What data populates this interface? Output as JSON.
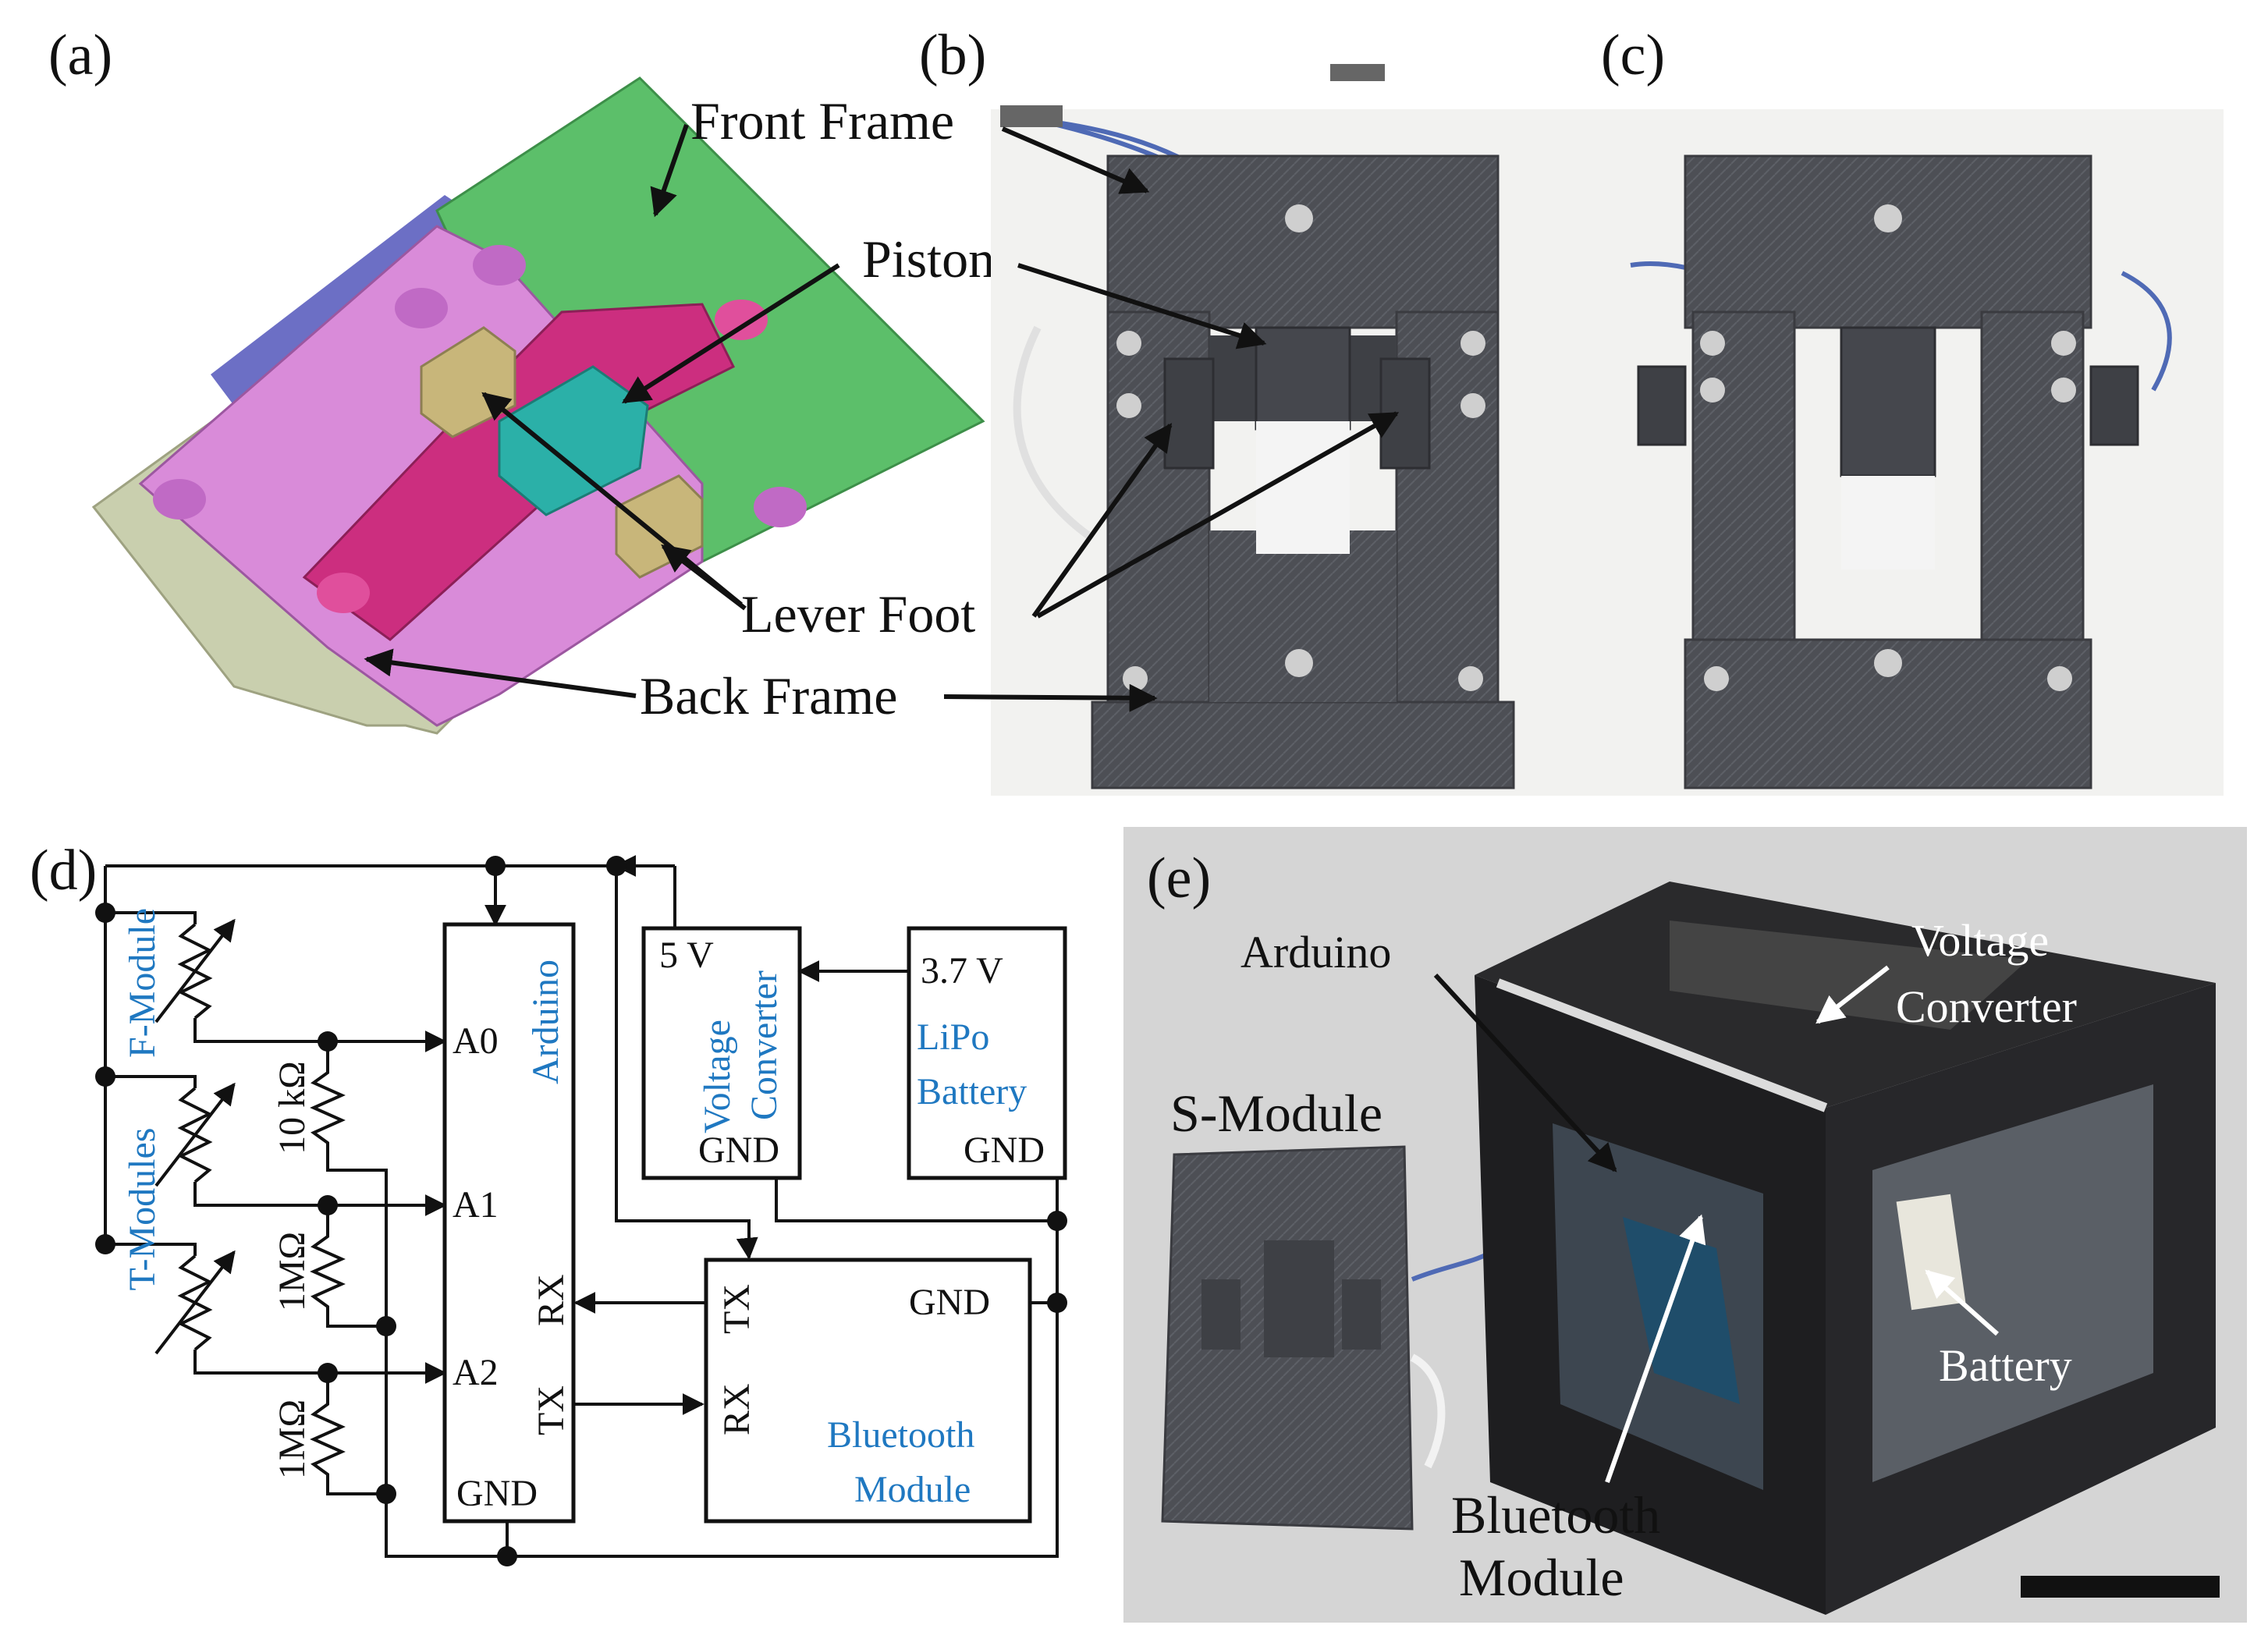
{
  "panels": {
    "a": "(a)",
    "b": "(b)",
    "c": "(c)",
    "d": "(d)",
    "e": "(e)"
  },
  "panel_a_b": {
    "front_frame": "Front Frame",
    "piston": "Piston",
    "lever_foot": "Lever Foot",
    "back_frame": "Back Frame"
  },
  "panel_d": {
    "f_module": "F-Module",
    "t_modules": "T-Modules",
    "r1": "10 kΩ",
    "r2": "1MΩ",
    "r3": "1MΩ",
    "arduino": {
      "title": "Arduino",
      "a0": "A0",
      "a1": "A1",
      "a2": "A2",
      "rx": "RX",
      "tx": "TX",
      "gnd": "GND"
    },
    "converter": {
      "v": "5 V",
      "title_1": "Voltage",
      "title_2": "Converter",
      "gnd": "GND"
    },
    "battery": {
      "v": "3.7 V",
      "title_1": "LiPo",
      "title_2": "Battery",
      "gnd": "GND"
    },
    "bluetooth": {
      "tx": "TX",
      "rx": "RX",
      "gnd": "GND",
      "title_1": "Bluetooth",
      "title_2": "Module"
    }
  },
  "panel_e": {
    "arduino": "Arduino",
    "converter_1": "Voltage",
    "converter_2": "Converter",
    "s_module": "S-Module",
    "battery": "Battery",
    "bluetooth_1": "Bluetooth",
    "bluetooth_2": "Module"
  },
  "colors": {
    "label_blue": "#1f78c1",
    "front_frame_green": "#5cbf6a",
    "back_frame": "#c9cfae",
    "pink_part": "#d98bd9",
    "magenta_part": "#cc2e7f",
    "piston_cyan": "#2bb0a8",
    "lever_foot": "#c8b67a",
    "printed_part_gray": "#4d4f55",
    "enclosure_black": "#1e1e20"
  }
}
